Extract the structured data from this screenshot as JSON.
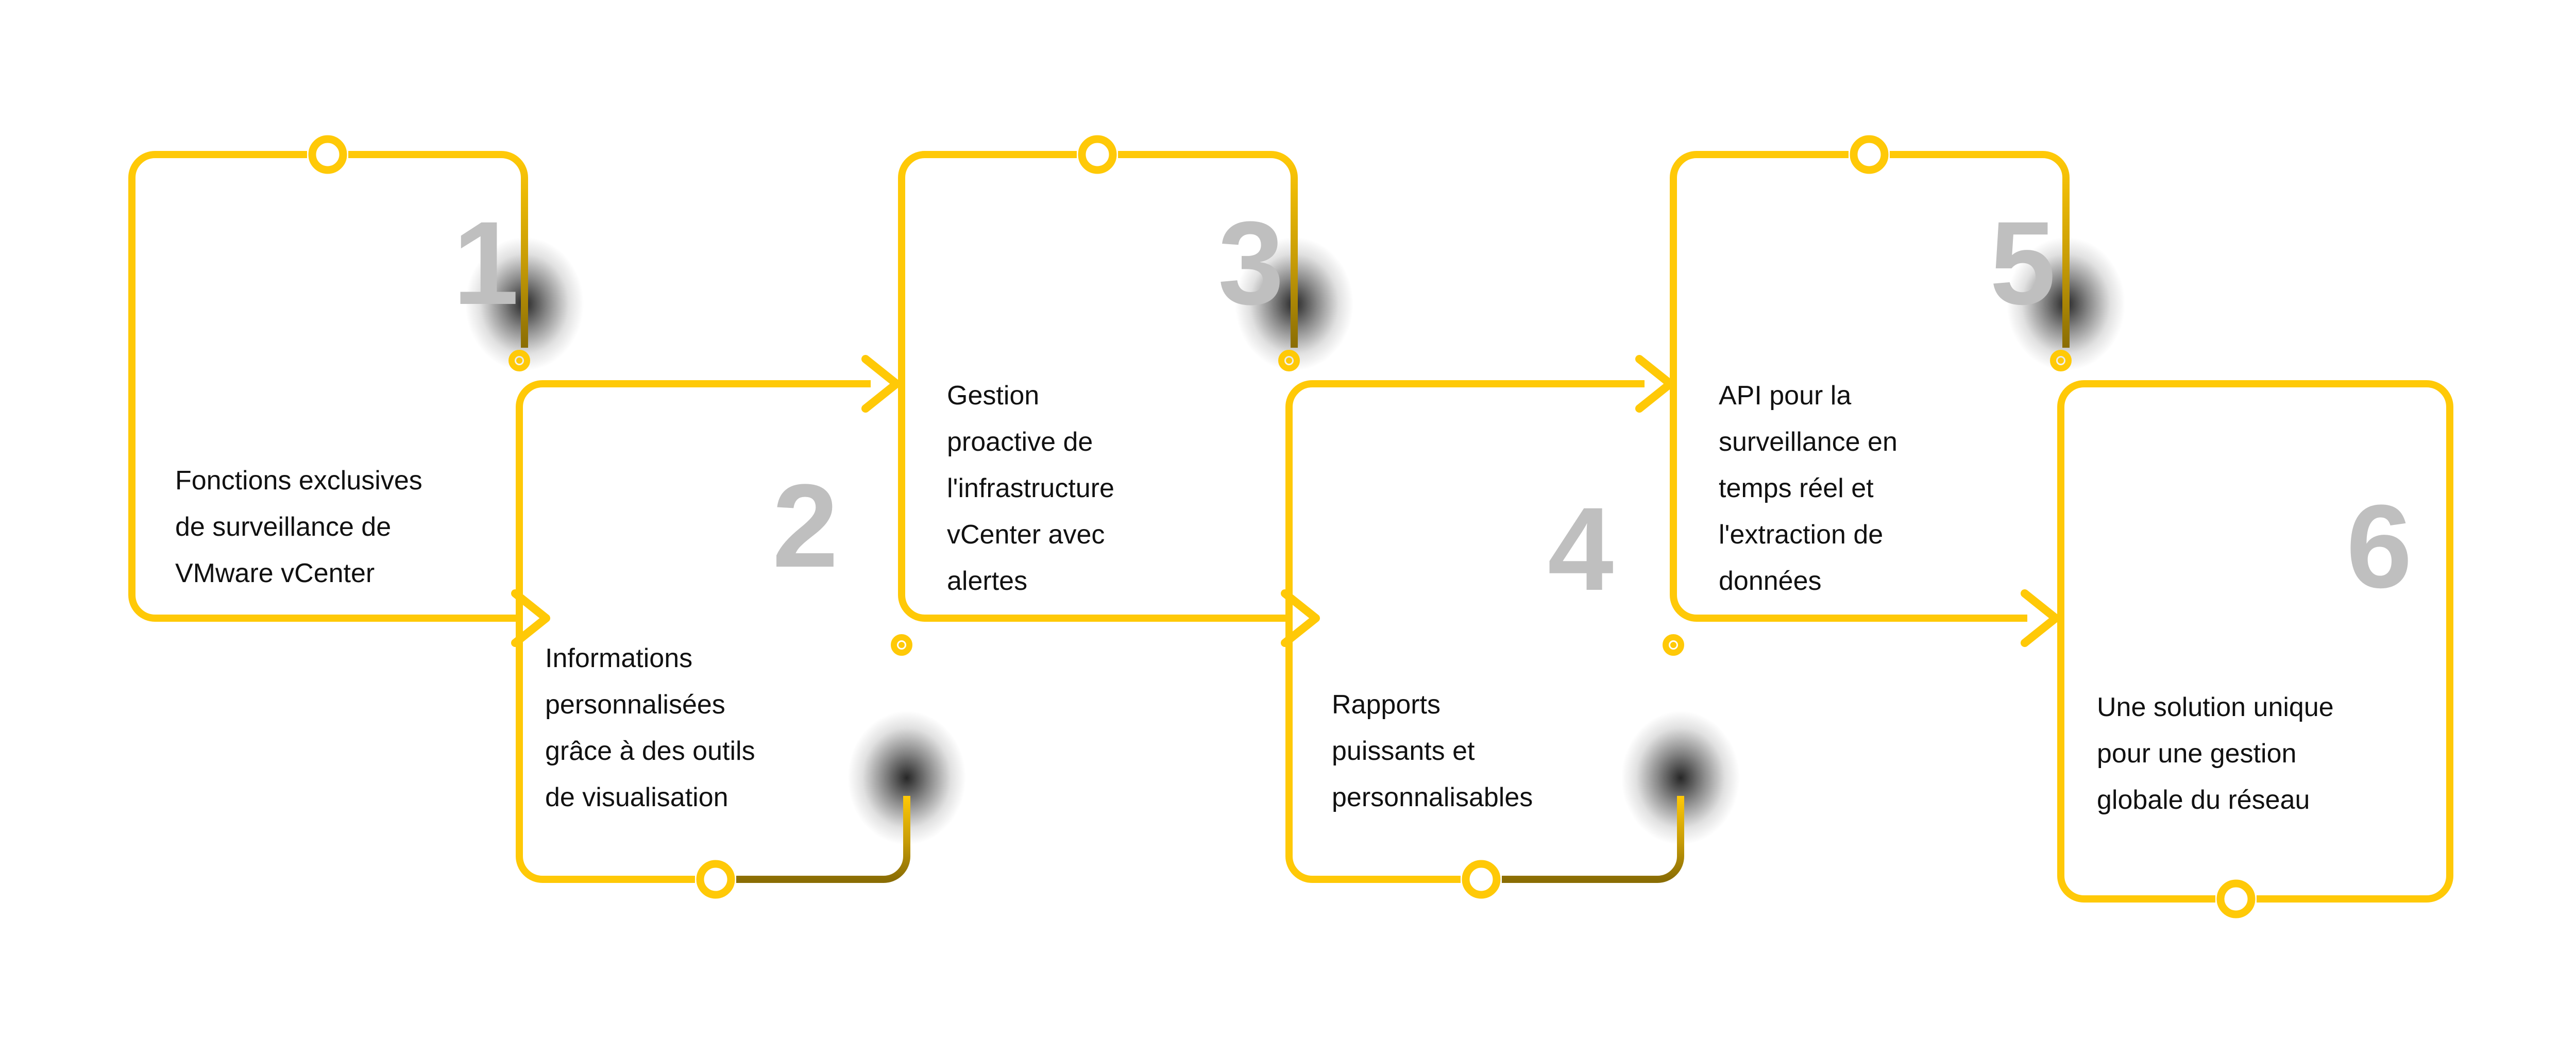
{
  "diagram": {
    "title_present": false,
    "type": "process-flow-chevron-steps",
    "orientation": "horizontal",
    "step_count": 6,
    "colors": {
      "accent": "#FFC907",
      "number_gray": "#BFBFBF",
      "text": "#111111",
      "background": "#FFFFFF",
      "shadow": "#000000"
    }
  },
  "steps": [
    {
      "number": "1",
      "row": "upper",
      "lines": [
        "Fonctions exclusives",
        "de surveillance de",
        "VMware vCenter"
      ],
      "text": "Fonctions exclusives de surveillance de VMware vCenter",
      "has_top_ring": true,
      "has_bottom_ring": false,
      "has_outgoing_arrow": true
    },
    {
      "number": "2",
      "row": "lower",
      "lines": [
        "Informations",
        "personnalisées",
        "grâce à des outils",
        "de visualisation"
      ],
      "text": "Informations personnalisées grâce à des outils de visualisation",
      "has_top_ring": false,
      "has_bottom_ring": true,
      "has_outgoing_arrow": true
    },
    {
      "number": "3",
      "row": "upper",
      "lines": [
        "Gestion",
        "proactive de",
        "l'infrastructure",
        "vCenter avec",
        "alertes"
      ],
      "text": "Gestion proactive de l'infrastructure vCenter avec alertes",
      "has_top_ring": true,
      "has_bottom_ring": false,
      "has_outgoing_arrow": true
    },
    {
      "number": "4",
      "row": "lower",
      "lines": [
        "Rapports",
        "puissants et",
        "personnalisables"
      ],
      "text": "Rapports puissants et personnalisables",
      "has_top_ring": false,
      "has_bottom_ring": true,
      "has_outgoing_arrow": true
    },
    {
      "number": "5",
      "row": "upper",
      "lines": [
        "API pour la",
        "surveillance en",
        "temps réel et",
        "l'extraction de",
        "données"
      ],
      "text": "API pour la surveillance en temps réel et l'extraction de données",
      "has_top_ring": true,
      "has_bottom_ring": false,
      "has_outgoing_arrow": true
    },
    {
      "number": "6",
      "row": "lower",
      "lines": [
        "Une solution unique",
        "pour une gestion",
        "globale du réseau"
      ],
      "text": "Une solution unique pour une gestion globale du réseau",
      "has_top_ring": false,
      "has_bottom_ring": true,
      "has_outgoing_arrow": false
    }
  ]
}
